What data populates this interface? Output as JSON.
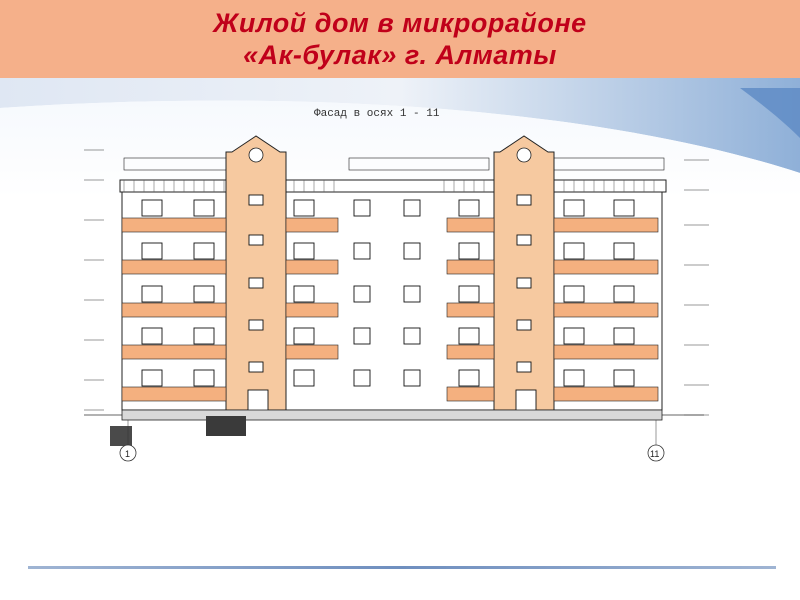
{
  "slide": {
    "title_line1": "Жилой дом в микрорайоне",
    "title_line2": "«Ак-булак» г. Алматы"
  },
  "drawing": {
    "caption": "Фасад в осях 1 - 11",
    "axis_left": "1",
    "axis_right": "11",
    "floors": 5,
    "colors": {
      "accent_band": "#f5b08a",
      "title_text": "#c0001a",
      "stair_fill": "#f6c9a0",
      "balcony_fill": "#f4b07f",
      "plinth": "#6b6b6b"
    }
  }
}
